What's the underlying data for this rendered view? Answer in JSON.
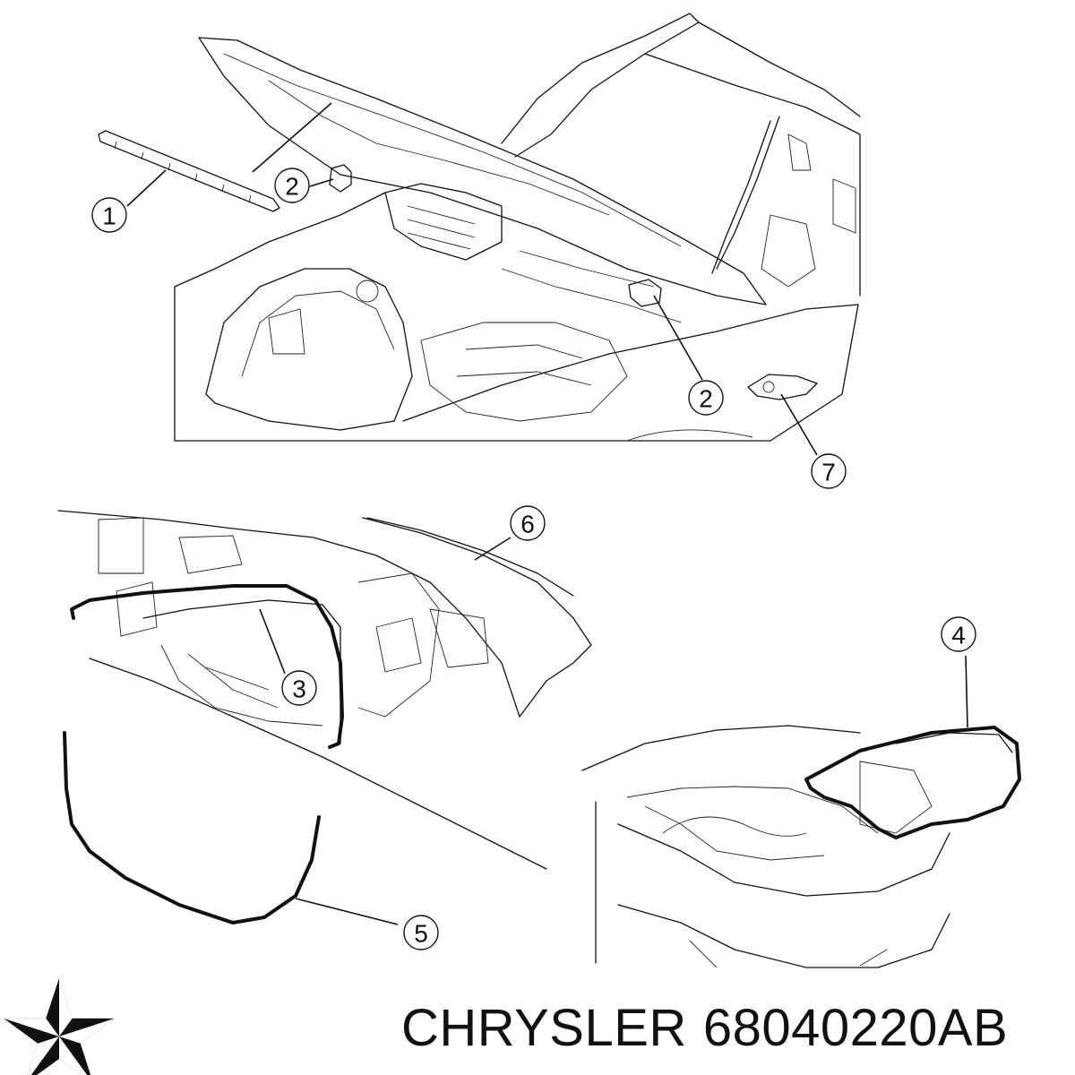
{
  "caption": {
    "brand": "CHRYSLER",
    "part_number": "68040220AB"
  },
  "callouts": [
    {
      "label": "1"
    },
    {
      "label": "2"
    },
    {
      "label": "2"
    },
    {
      "label": "7"
    },
    {
      "label": "6"
    },
    {
      "label": "3"
    },
    {
      "label": "4"
    },
    {
      "label": "5"
    }
  ],
  "logo": {
    "icon": "pentastar-logo",
    "color": "#111111"
  }
}
